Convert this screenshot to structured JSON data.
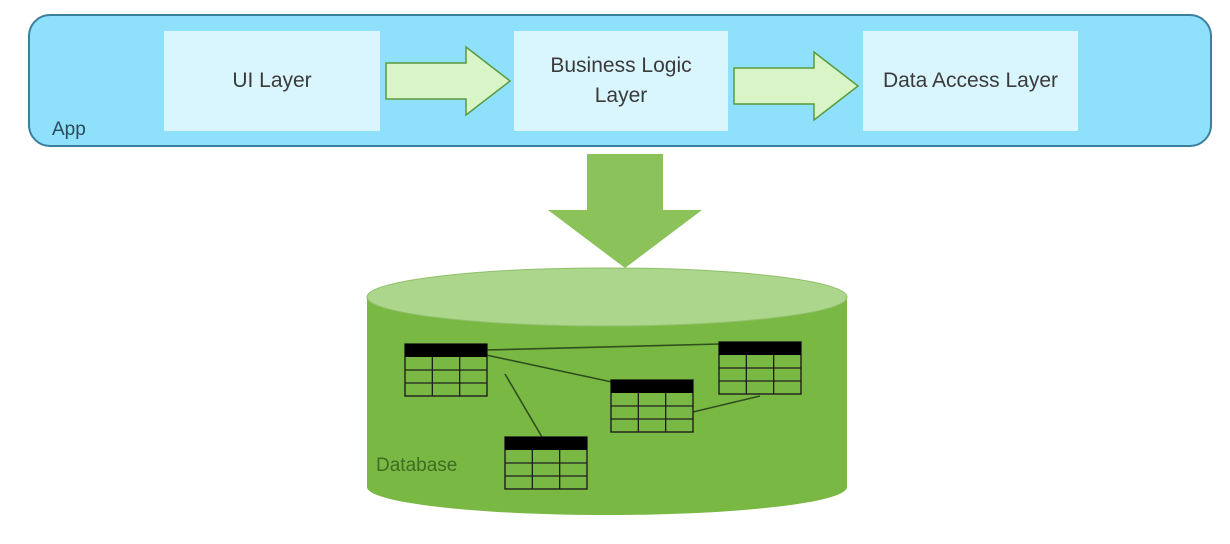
{
  "app": {
    "label": "App"
  },
  "layers": [
    {
      "label": "UI Layer"
    },
    {
      "label": "Business Logic Layer"
    },
    {
      "label": "Data Access Layer"
    }
  ],
  "database": {
    "label": "Database",
    "table_count": 4
  },
  "colors": {
    "app_fill": "#8fe1fb",
    "app_border": "#3c7f9c",
    "layer_fill": "#d9f5fd",
    "arrow_fill": "#d9f5c7",
    "arrow_stroke": "#5a9a3a",
    "down_arrow_fill": "#8cc25a",
    "db_body": "#7ab844",
    "db_top": "#acd68c",
    "table_header": "#000000"
  }
}
